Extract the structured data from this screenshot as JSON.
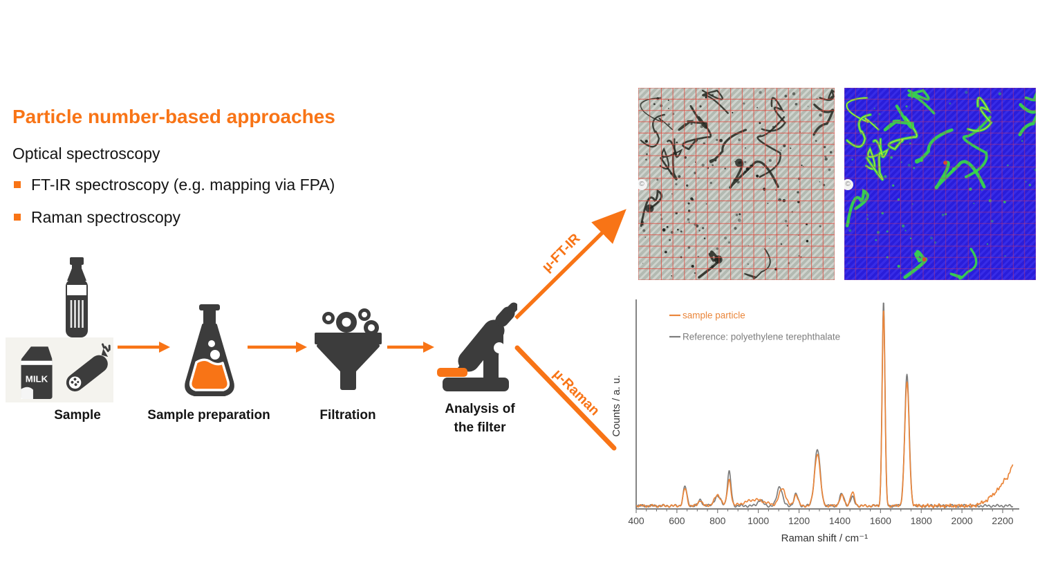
{
  "header": {
    "title": "Particle number-based approaches",
    "subtitle": "Optical spectroscopy",
    "bullets": [
      "FT-IR spectroscopy (e.g. mapping via FPA)",
      "Raman spectroscopy"
    ]
  },
  "workflow": {
    "steps": [
      {
        "label": "Sample"
      },
      {
        "label": "Sample preparation"
      },
      {
        "label": "Filtration"
      },
      {
        "label": "Analysis of\nthe filter"
      }
    ],
    "milk_text": "MILK",
    "branches": [
      {
        "label": "µ-FT-IR"
      },
      {
        "label": "µ-Raman"
      }
    ]
  },
  "images": {
    "ftir_map": {
      "alt": "Optical image of filter with red measurement grid",
      "watermark": "©"
    },
    "raman_map": {
      "alt": "False-colour chemical image of the filter (blue background, green particles)",
      "watermark": "©"
    }
  },
  "chart_data": {
    "type": "line",
    "title": "",
    "xlabel": "Raman shift / cm⁻¹",
    "ylabel": "Counts / a. u.",
    "xlim": [
      400,
      2250
    ],
    "ylim": [
      0,
      1.05
    ],
    "x_ticks": [
      400,
      600,
      800,
      1000,
      1200,
      1400,
      1600,
      1800,
      2000,
      2200
    ],
    "grid": false,
    "legend_position": "top-left",
    "series": [
      {
        "name": "sample particle",
        "color": "#EA863B",
        "baseline": 0.015,
        "peaks": [
          {
            "x": 640,
            "h": 0.085,
            "w": 9
          },
          {
            "x": 715,
            "h": 0.028,
            "w": 9
          },
          {
            "x": 800,
            "h": 0.05,
            "w": 17
          },
          {
            "x": 857,
            "h": 0.125,
            "w": 9
          },
          {
            "x": 985,
            "h": 0.03,
            "w": 48
          },
          {
            "x": 1118,
            "h": 0.085,
            "w": 16
          },
          {
            "x": 1185,
            "h": 0.055,
            "w": 10
          },
          {
            "x": 1290,
            "h": 0.255,
            "w": 14
          },
          {
            "x": 1410,
            "h": 0.05,
            "w": 11
          },
          {
            "x": 1462,
            "h": 0.065,
            "w": 10
          },
          {
            "x": 1615,
            "h": 0.955,
            "w": 7
          },
          {
            "x": 1730,
            "h": 0.6,
            "w": 11
          }
        ],
        "fluorescence_rise": {
          "onset": 2040,
          "value_at_2250": 0.19
        }
      },
      {
        "name": "Reference: polyethylene terephthalate",
        "color": "#7D7D7D",
        "baseline": 0.015,
        "peaks": [
          {
            "x": 640,
            "h": 0.095,
            "w": 9
          },
          {
            "x": 715,
            "h": 0.03,
            "w": 9
          },
          {
            "x": 800,
            "h": 0.045,
            "w": 16
          },
          {
            "x": 857,
            "h": 0.165,
            "w": 9
          },
          {
            "x": 1010,
            "h": 0.028,
            "w": 13
          },
          {
            "x": 1105,
            "h": 0.095,
            "w": 13
          },
          {
            "x": 1185,
            "h": 0.058,
            "w": 10
          },
          {
            "x": 1290,
            "h": 0.275,
            "w": 14
          },
          {
            "x": 1410,
            "h": 0.058,
            "w": 11
          },
          {
            "x": 1462,
            "h": 0.042,
            "w": 10
          },
          {
            "x": 1615,
            "h": 1.0,
            "w": 7
          },
          {
            "x": 1730,
            "h": 0.635,
            "w": 11
          }
        ]
      }
    ]
  },
  "colors": {
    "accent": "#F87416",
    "icon_dark": "#3C3C3C",
    "text": "#141414",
    "axis": "#6E6E6E",
    "tick_text": "#4B4B4B",
    "map_grid_red": "rgba(224,70,58,0.8)",
    "raman_map_bg": "#2B1FE6",
    "raman_map_grid": "rgba(205,55,100,0.5)",
    "raman_particle_green": "#39DD42"
  }
}
